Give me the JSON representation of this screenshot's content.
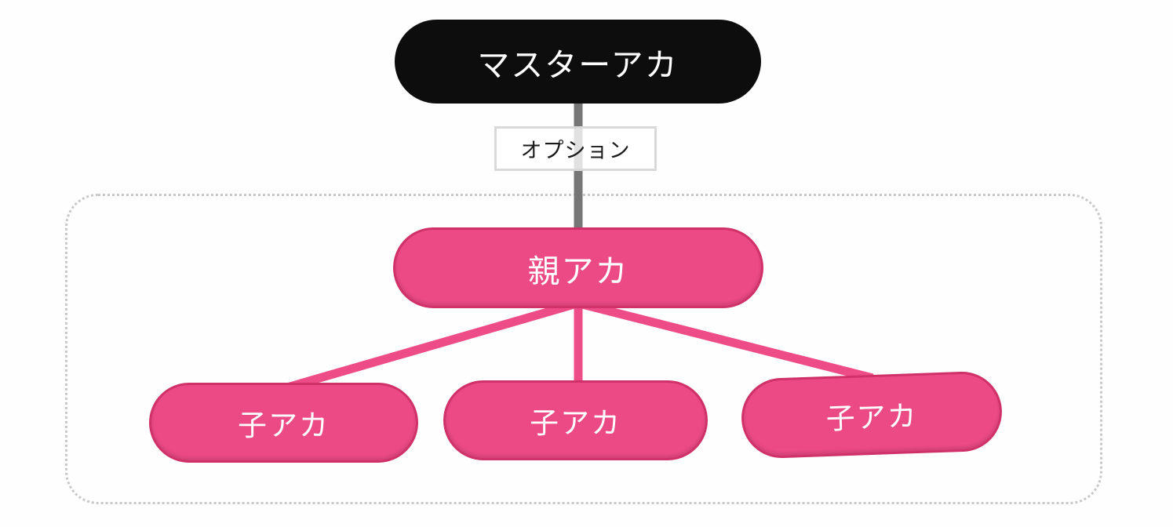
{
  "diagram": {
    "title": "account-hierarchy-diagram",
    "nodes": {
      "master": {
        "label": "マスターアカ"
      },
      "option": {
        "label": "オプション"
      },
      "parent": {
        "label": "親アカ"
      },
      "children": [
        {
          "label": "子アカ"
        },
        {
          "label": "子アカ"
        },
        {
          "label": "子アカ"
        }
      ]
    },
    "edges": [
      {
        "from": "master",
        "to": "parent",
        "via_label": "オプション",
        "style": "gray-solid"
      },
      {
        "from": "parent",
        "to": "child-1",
        "style": "pink-solid"
      },
      {
        "from": "parent",
        "to": "child-2",
        "style": "pink-solid"
      },
      {
        "from": "parent",
        "to": "child-3",
        "style": "pink-solid"
      }
    ],
    "colors": {
      "master_fill": "#0d0d0d",
      "master_text": "#ffffff",
      "pink_fill": "#ec4a84",
      "pink_border": "#cf3168",
      "pink_line": "#ed4c87",
      "pink_text": "#ffffff",
      "gray_line": "#767676",
      "option_border": "#d9d9d9",
      "option_text": "#1a1a1a",
      "container_border": "#c8c8c8",
      "background": "#fefefe"
    }
  }
}
